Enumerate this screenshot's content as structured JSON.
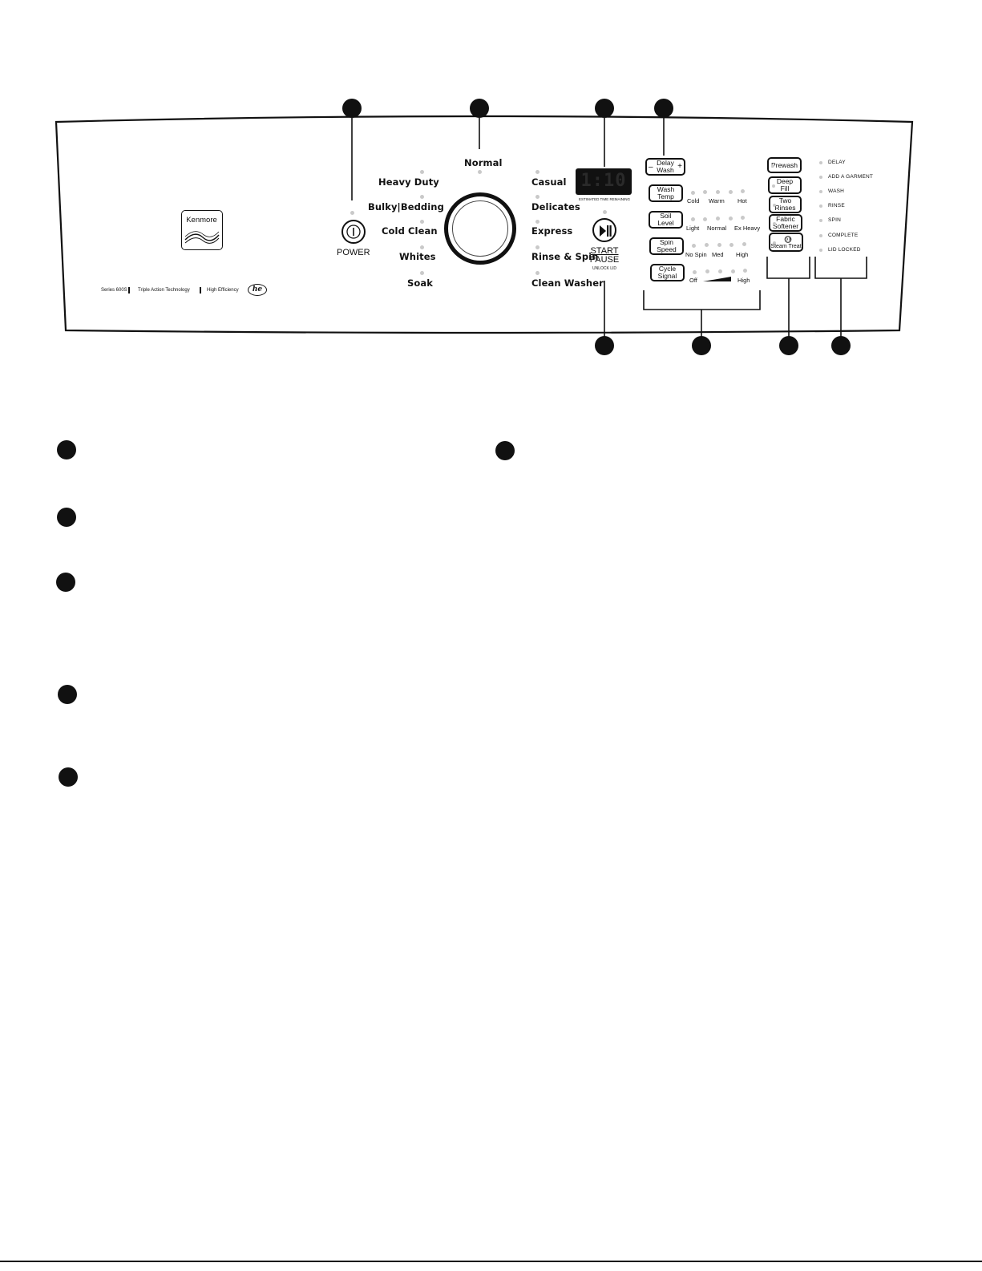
{
  "brand": {
    "logo_text": "Kenmore"
  },
  "series_line": {
    "series": "Series 600S",
    "tech": "Triple Action Technology",
    "he": "High Efficiency",
    "he_logo": "he"
  },
  "power": {
    "label": "POWER"
  },
  "cycles_left": [
    "Heavy Duty",
    "Bulky|Bedding",
    "Cold Clean",
    "Whites",
    "Soak"
  ],
  "cycle_top": "Normal",
  "cycles_right": [
    "Casual",
    "Delicates",
    "Express",
    "Rinse & Spin",
    "Clean Washer"
  ],
  "display": {
    "time": "1:10",
    "caption": "ESTIMATED TIME REMAINING"
  },
  "start": {
    "line1": "START",
    "line2": "PAUSE",
    "line3": "UNLOCK LID"
  },
  "delay_wash": {
    "label": "Delay\nWash",
    "minus": "–",
    "plus": "+"
  },
  "settings": [
    {
      "label": "Wash\nTemp",
      "options": [
        "Cold",
        "Warm",
        "Hot"
      ]
    },
    {
      "label": "Soil\nLevel",
      "options": [
        "Light",
        "Normal",
        "Ex Heavy"
      ]
    },
    {
      "label": "Spin\nSpeed",
      "options": [
        "No Spin",
        "Med",
        "High"
      ]
    },
    {
      "label": "Cycle\nSignal",
      "options": [
        "Off",
        "High"
      ]
    }
  ],
  "options": [
    "Prewash",
    "Deep\nFill",
    "Two\nRinses",
    "Fabric\nSoftener",
    "Steam Treat"
  ],
  "status": [
    "DELAY",
    "ADD A GARMENT",
    "WASH",
    "RINSE",
    "SPIN",
    "COMPLETE",
    "LID LOCKED"
  ],
  "colors": {
    "panel_line": "#111111",
    "indicator": "#c9c9c9",
    "display_bg": "#111111",
    "display_digits": "#2a2a2a"
  }
}
